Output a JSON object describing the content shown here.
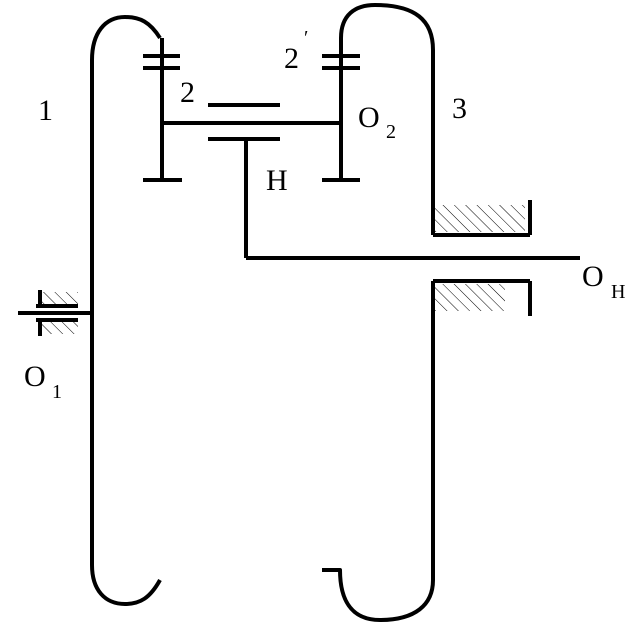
{
  "labels": {
    "gear1": "1",
    "gear2": "2",
    "gear2prime_main": "2",
    "gear2prime_mark": "′",
    "gear3": "3",
    "carrier": "H",
    "o1_main": "O",
    "o1_sub": "1",
    "o2_main": "O",
    "o2_sub": "2",
    "oh_main": "O",
    "oh_sub": "H"
  }
}
